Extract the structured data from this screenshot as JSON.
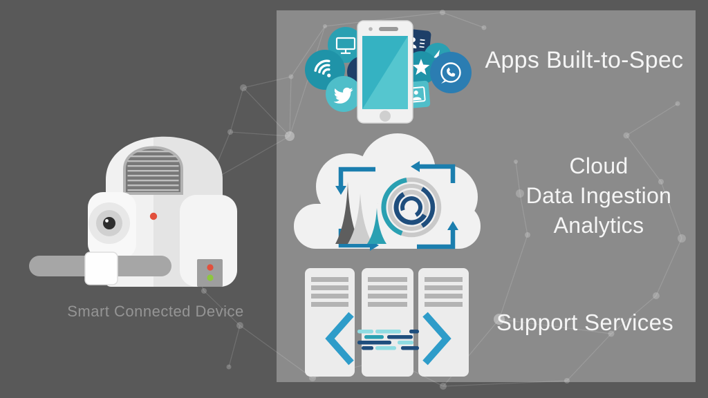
{
  "slide": {
    "background": "#595959",
    "panel_background": "#8b8b8b",
    "caption_color": "#f5f5f5",
    "device_label_color": "#959595"
  },
  "palette": {
    "teal": "#2aa0b2",
    "teal_dark": "#1f93a8",
    "teal_light": "#4fbec9",
    "teal_pale": "#8fdce2",
    "navy": "#1e3f68",
    "code_navy": "#1f4e7d",
    "blue": "#2e9cc9",
    "arrow_blue": "#1b7eae",
    "whatsapp_blue": "#2b7db2",
    "screen_teal": "#35b2c2",
    "screen_teal_light": "#55c6cf",
    "white_body": "#f1f1f1",
    "gray_bar": "#b3b3b3",
    "gray_mid": "#9e9e9e",
    "grille": "#787878",
    "red": "#e2503c",
    "green": "#8dc63f"
  },
  "device": {
    "label": "Smart Connected Device",
    "icon": "smart-device-illustration"
  },
  "sections": [
    {
      "id": "apps",
      "title": "Apps Built-to-Spec",
      "icon": "smartphone-with-app-icons"
    },
    {
      "id": "cloud",
      "title_lines": [
        "Cloud",
        "Data Ingestion",
        "Analytics"
      ],
      "icon": "cloud-analytics"
    },
    {
      "id": "support",
      "title": "Support Services",
      "icon": "server-racks-with-code"
    }
  ],
  "app_icons": [
    "monitor-icon",
    "wifi-icon",
    "location-pin-icon",
    "twitter-icon",
    "contact-card-icon",
    "lightning-icon",
    "star-icon",
    "whatsapp-icon",
    "photo-icon"
  ]
}
